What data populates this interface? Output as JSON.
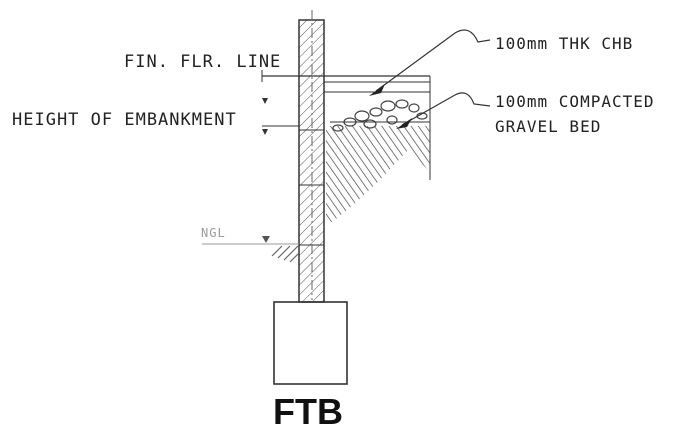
{
  "title": "FTB",
  "labels": {
    "finished_floor": "FIN. FLR. LINE",
    "embankment": "HEIGHT OF EMBANKMENT",
    "chb": "100mm THK CHB",
    "gravel_line1": "100mm COMPACTED",
    "gravel_line2": "GRAVEL BED",
    "ngl": "NGL"
  },
  "colors": {
    "line": "#333333",
    "ngl": "#9a9a9a"
  }
}
